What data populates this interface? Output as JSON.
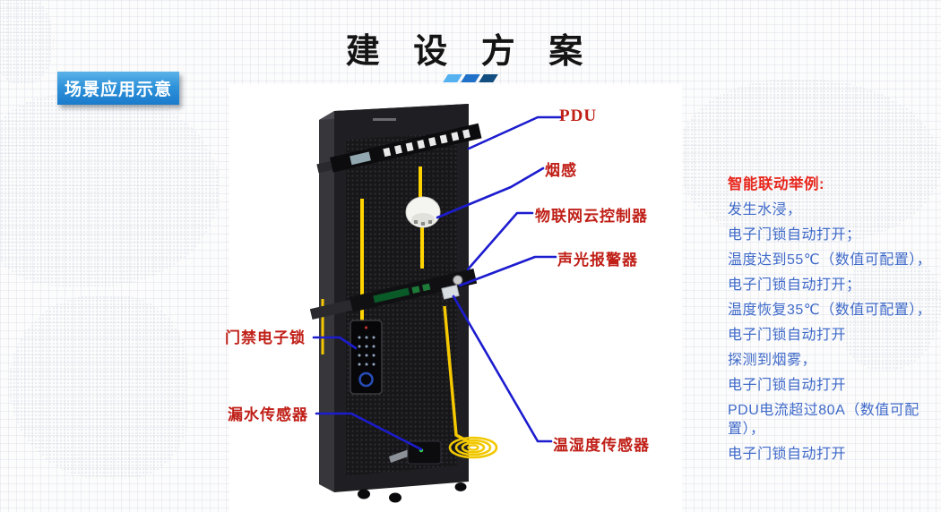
{
  "title": "建 设 方 案",
  "badge": "场景应用示意",
  "colors": {
    "decor": [
      "#55b1f0",
      "#1f72c8",
      "#134e80"
    ],
    "label_red": "#c02018",
    "heading_red": "#e8281e",
    "panel_blue": "#3f6ac9",
    "leader_line_blue": "#1c1ccf",
    "badge_blue": "#1b7bcc"
  },
  "diagram": {
    "labels": {
      "pdu": "PDU",
      "smoke": "烟感",
      "iot": "物联网云控制器",
      "alarm": "声光报警器",
      "lock": "门禁电子锁",
      "water": "漏水传感器",
      "temp": "温湿度传感器"
    }
  },
  "panel": {
    "heading": "智能联动举例:",
    "lines": [
      "发生水浸，",
      "电子门锁自动打开；",
      "温度达到55℃（数值可配置），",
      "电子门锁自动打开；",
      "温度恢复35℃（数值可配置），",
      "电子门锁自动打开",
      "探测到烟雾，",
      "电子门锁自动打开",
      "PDU电流超过80A（数值可配置），",
      "电子门锁自动打开"
    ]
  }
}
